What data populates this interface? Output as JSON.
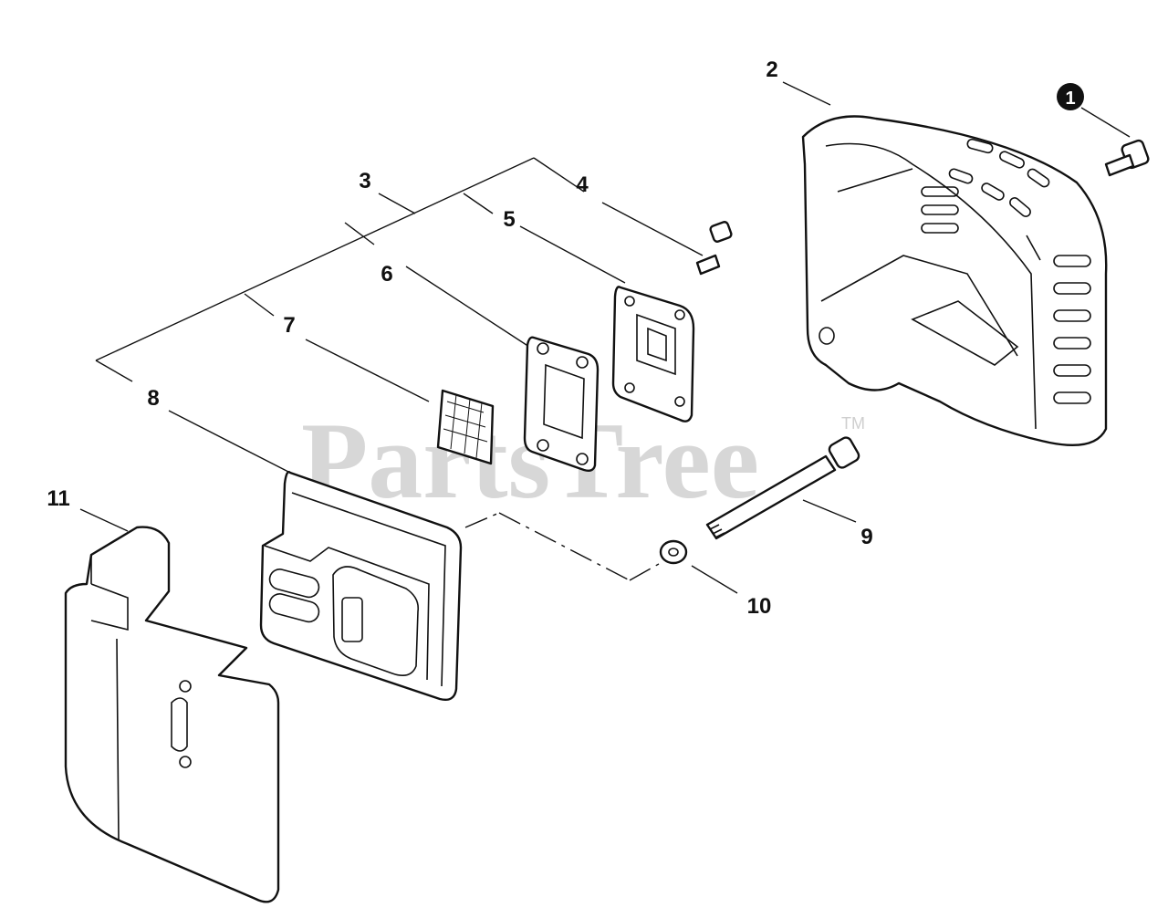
{
  "watermark": {
    "brand": "PartsTree",
    "trademark": "TM"
  },
  "callouts": [
    {
      "number": "1",
      "part": "bolt"
    },
    {
      "number": "2",
      "part": "muffler-cover"
    },
    {
      "number": "3",
      "part": "muffler-assembly"
    },
    {
      "number": "4",
      "part": "screw"
    },
    {
      "number": "5",
      "part": "exhaust-plate"
    },
    {
      "number": "6",
      "part": "gasket"
    },
    {
      "number": "7",
      "part": "spark-arrestor-screen"
    },
    {
      "number": "8",
      "part": "muffler-body"
    },
    {
      "number": "9",
      "part": "long-bolt"
    },
    {
      "number": "10",
      "part": "washer"
    },
    {
      "number": "11",
      "part": "heat-shield"
    }
  ],
  "colors": {
    "line": "#111111",
    "watermark": "#d7d7d7",
    "background": "#ffffff"
  }
}
